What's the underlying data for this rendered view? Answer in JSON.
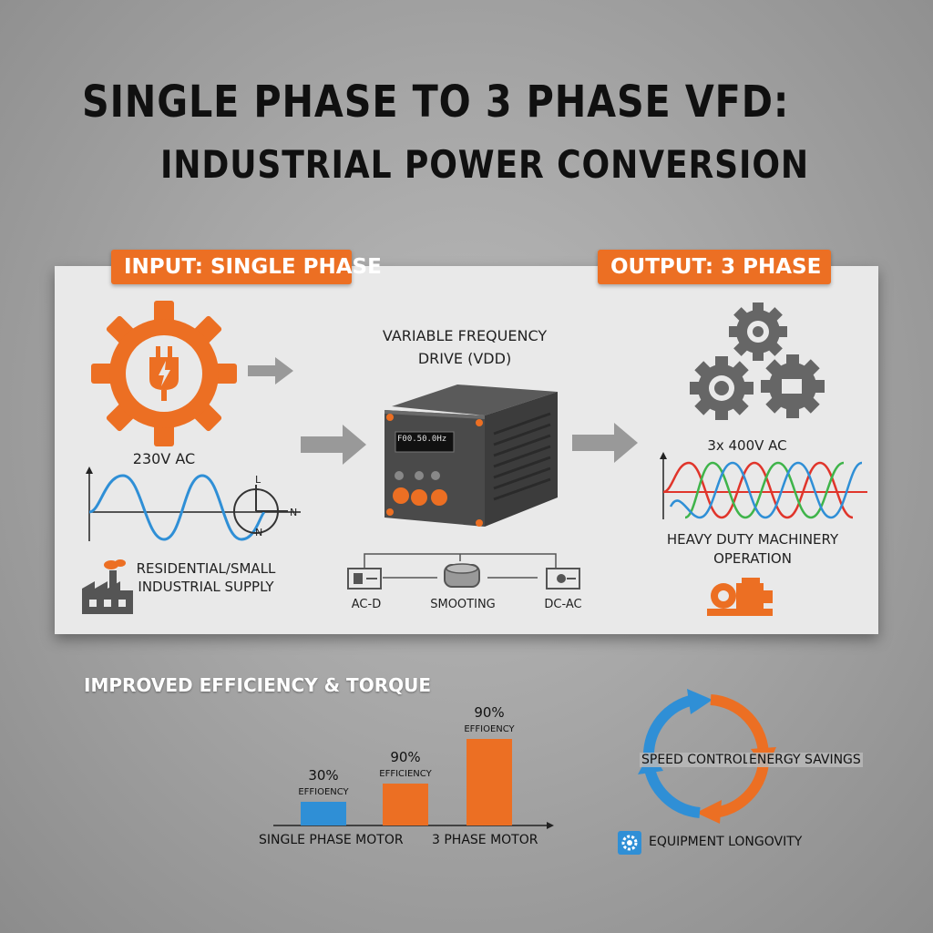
{
  "title": {
    "line1": "SINGLE PHASE TO 3 PHASE VFD:",
    "line2": "INDUSTRIAL POWER CONVERSION"
  },
  "input": {
    "tag": "INPUT: SINGLE PHASE",
    "voltage": "230V AC",
    "phasor_labels": {
      "top": "L",
      "right": "N",
      "bottom": "N"
    },
    "supply": "RESIDENTIAL/SMALL\nINDUSTRIAL SUPPLY"
  },
  "vfd": {
    "label": "VARIABLE FREQUENCY\nDRIVE (VDD)",
    "display": "F00.50.0Hz",
    "stages": [
      "AC-D",
      "SMOOTING",
      "DC-AC"
    ]
  },
  "output": {
    "tag": "OUTPUT: 3 PHASE",
    "voltage": "3x 400V AC",
    "application": "HEAVY DUTY MACHINERY\nOPERATION"
  },
  "efficiency": {
    "heading": "IMPROVED EFFICIENCY & TORQUE"
  },
  "chart_data": {
    "type": "bar",
    "categories": [
      "SINGLE PHASE MOTOR",
      "3 PHASE MOTOR"
    ],
    "bars": [
      {
        "group": "SINGLE PHASE MOTOR",
        "value": 30,
        "label": "30%",
        "sublabel": "EFFIOENCY",
        "color": "#2f8fd6"
      },
      {
        "group": "SINGLE PHASE MOTOR",
        "value": 90,
        "label": "90%",
        "sublabel": "EFFICIENCY",
        "color": "#ec6f23"
      },
      {
        "group": "3 PHASE MOTOR",
        "value": 90,
        "label": "90%",
        "sublabel": "EFFIOENCY",
        "color": "#ec6f23"
      }
    ],
    "title": "",
    "xlabel": "",
    "ylabel": ""
  },
  "benefits": {
    "left": "SPEED CONTROL",
    "right": "ENERGY SAVINGS",
    "bottom": "EQUIPMENT LONGOVITY"
  },
  "colors": {
    "accent": "#ec6f23",
    "blue": "#2f8fd6",
    "red": "#e0352b",
    "green": "#3fb44a",
    "panel": "#e9e9e9"
  }
}
